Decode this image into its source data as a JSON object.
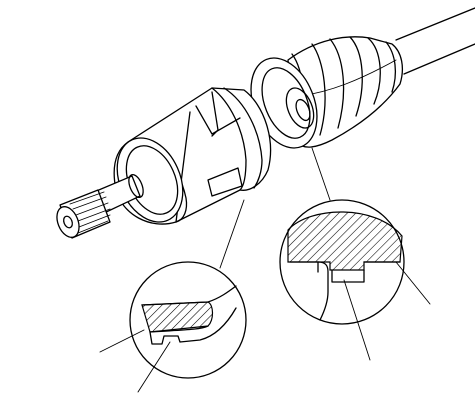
{
  "figure": {
    "parts": [
      {
        "name": "drive-shaft",
        "icon": "shaft-icon"
      },
      {
        "name": "splined-stub",
        "icon": "spline-icon"
      },
      {
        "name": "outboard-joint-housing",
        "icon": "cv-joint-icon"
      },
      {
        "name": "joint-boot",
        "icon": "boot-icon"
      },
      {
        "name": "boot-band",
        "icon": "band-icon"
      }
    ],
    "callouts": [
      {
        "name": "housing-band-detail",
        "icon": "magnify-circle-icon"
      },
      {
        "name": "shaft-band-detail",
        "icon": "magnify-circle-icon"
      }
    ],
    "colors": {
      "line": "#000000",
      "background": "#ffffff"
    }
  }
}
